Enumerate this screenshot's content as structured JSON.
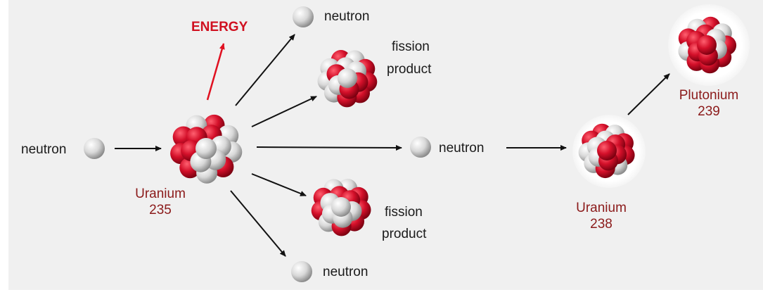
{
  "labels": {
    "incoming_neutron": "neutron",
    "uranium235_name": "Uranium",
    "uranium235_number": "235",
    "energy": "ENERGY",
    "neutron_top": "neutron",
    "fission_product_top_line1": "fission",
    "fission_product_top_line2": "product",
    "neutron_middle": "neutron",
    "fission_product_bottom_line1": "fission",
    "fission_product_bottom_line2": "product",
    "neutron_bottom": "neutron",
    "uranium238_name": "Uranium",
    "uranium238_number": "238",
    "plutonium239_name": "Plutonium",
    "plutonium239_number": "239"
  },
  "colors": {
    "background": "#f0f0f0",
    "proton": "#d4102a",
    "neutron_particle": "#d9d9d9",
    "arrow": "#111111",
    "energy_arrow": "#e01020",
    "isotope_label": "#8b1a1a"
  }
}
